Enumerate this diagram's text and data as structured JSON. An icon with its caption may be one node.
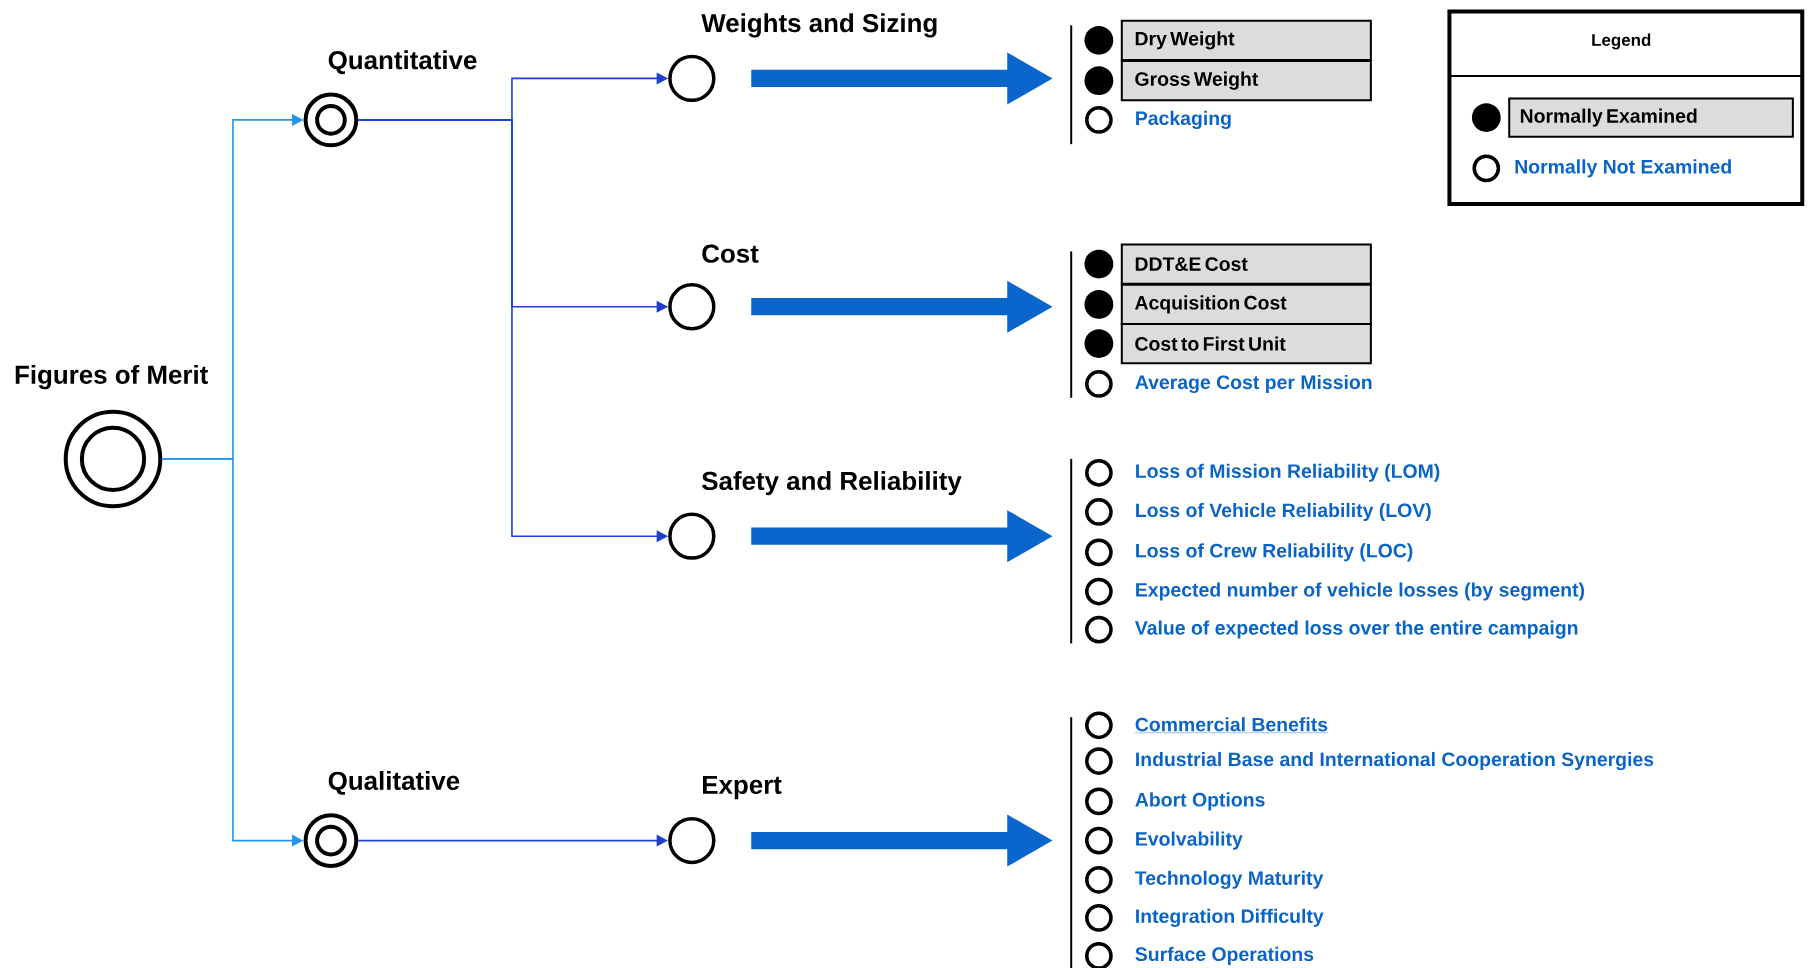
{
  "diagram": {
    "nodes": [
      {
        "text": [
          "Figures of Merit"
        ]
      },
      {
        "text": [
          "Quantitative"
        ]
      },
      {
        "text": [
          "Weights and Sizing"
        ]
      },
      {
        "text": [
          "Cost"
        ]
      },
      {
        "text": [
          "Safety and Reliability"
        ]
      },
      {
        "text": [
          "Qualitative"
        ]
      },
      {
        "text": [
          "Expert"
        ]
      },
      {
        "text": [
          "Dry Weight"
        ]
      },
      {
        "text": [
          "Gross Weight"
        ]
      },
      {
        "text": [
          "DDT&E Cost"
        ]
      },
      {
        "text": [
          "Acquisition Cost"
        ]
      },
      {
        "text": [
          "Cost to First Unit"
        ]
      }
    ],
    "edges": [
      {
        "from": 0,
        "to": 1,
        "arrow": "to",
        "color": "#2196f3"
      },
      {
        "from": 0,
        "to": 5,
        "arrow": "to",
        "color": "#2196f3"
      },
      {
        "from": 1,
        "to": 2,
        "arrow": "to"
      },
      {
        "from": 1,
        "to": 3,
        "arrow": "to"
      },
      {
        "from": 1,
        "to": 4,
        "arrow": "to"
      },
      {
        "from": 5,
        "to": 6,
        "arrow": "to"
      },
      {
        "from": 2,
        "to": null,
        "arrow": "to",
        "style": "thick",
        "color": "#0a66cc"
      },
      {
        "from": 3,
        "to": null,
        "arrow": "to",
        "style": "thick",
        "color": "#0a66cc"
      },
      {
        "from": 4,
        "to": null,
        "arrow": "to",
        "style": "thick",
        "color": "#0a66cc"
      },
      {
        "from": 6,
        "to": null,
        "arrow": "to",
        "style": "thick",
        "color": "#0a66cc"
      }
    ],
    "labels": [
      "Legend",
      "Packaging",
      "Average Cost per Mission",
      "Loss of Mission Reliability (LOM)",
      "Loss of Vehicle Reliability (LOV)",
      "Loss of Crew Reliability (LOC)",
      "Expected number of vehicle losses (by segment)",
      "Value of expected loss over the entire campaign",
      "Commercial Benefits",
      "Industrial Base and International Cooperation Synergies",
      "Abort Options",
      "Evolvability",
      "Technology Maturity",
      "Integration Difficulty",
      "Surface Operations"
    ],
    "legend": [
      {
        "text": "Normally Examined"
      },
      {
        "text": "Normally Not Examined"
      }
    ]
  }
}
